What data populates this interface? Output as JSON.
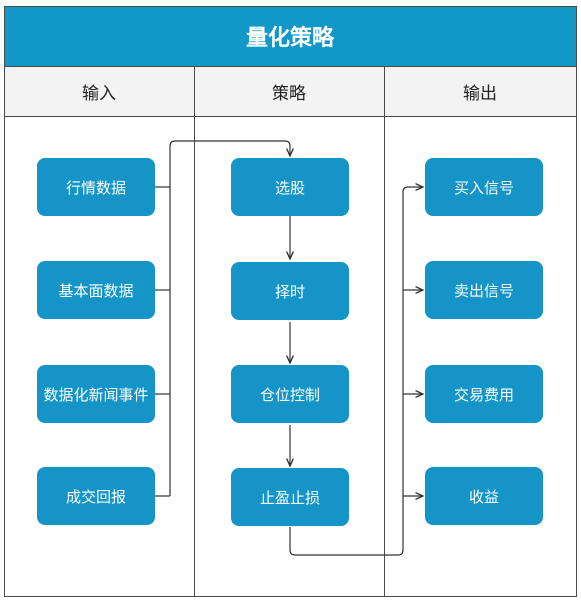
{
  "title": "量化策略",
  "columns": {
    "input": "输入",
    "strategy": "策略",
    "output": "输出"
  },
  "input_nodes": [
    "行情数据",
    "基本面数据",
    "数据化新闻事件",
    "成交回报"
  ],
  "strategy_nodes": [
    "选股",
    "择时",
    "仓位控制",
    "止盈止损"
  ],
  "output_nodes": [
    "买入信号",
    "卖出信号",
    "交易费用",
    "收益"
  ],
  "colors": {
    "accent": "#1298c8",
    "node": "#1595c7",
    "header_bg": "#f3f3f3",
    "border": "#4a4a4a"
  }
}
